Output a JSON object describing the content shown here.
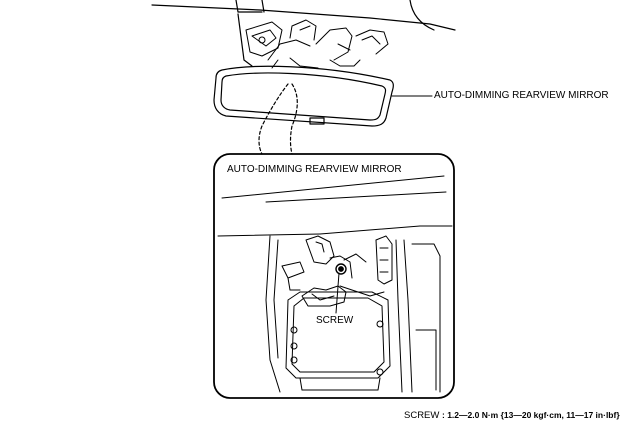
{
  "labels": {
    "mirror_callout": "AUTO-DIMMING REARVIEW MIRROR",
    "inset_title": "AUTO-DIMMING REARVIEW MIRROR",
    "screw_callout": "SCREW",
    "torque_spec_name": "SCREW",
    "torque_spec_value": ": 1.2—2.0 N·m {13—20 kgf·cm, 11—17 in·lbf}"
  }
}
